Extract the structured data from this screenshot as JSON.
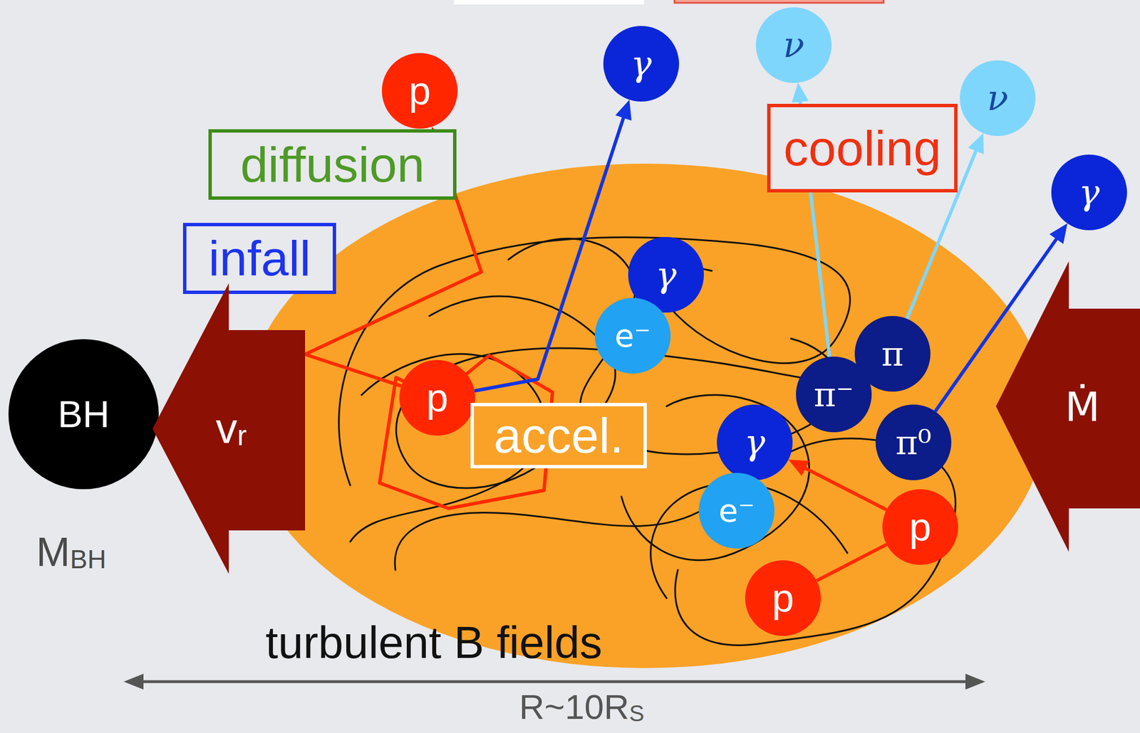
{
  "diagram": {
    "nodes": [
      {
        "text": [
          "ν"
        ]
      },
      {
        "text": [
          "γ"
        ]
      },
      {
        "text": [
          "p"
        ]
      },
      {
        "text": [
          "ν"
        ]
      },
      {
        "text": [
          "cooling"
        ]
      },
      {
        "text": [
          "diffusion"
        ]
      },
      {
        "text": [
          "γ"
        ]
      },
      {
        "text": [
          "infall"
        ]
      },
      {
        "text": [
          "γ"
        ]
      },
      {
        "text": [
          "e⁻"
        ]
      },
      {
        "text": [
          "π"
        ]
      },
      {
        "text": [
          "π⁻"
        ]
      },
      {
        "text": [
          "p"
        ]
      },
      {
        "text": [
          "accel."
        ]
      },
      {
        "text": [
          "BH"
        ]
      },
      {
        "text": [
          "v",
          "r"
        ]
      },
      {
        "text": [
          "Ṁ"
        ]
      },
      {
        "text": [
          "γ"
        ]
      },
      {
        "text": [
          "π⁰"
        ]
      },
      {
        "text": [
          "e⁻"
        ]
      },
      {
        "text": [
          "p"
        ]
      },
      {
        "text": [
          "p"
        ]
      }
    ],
    "edges": [
      {
        "from": 12,
        "to": 2,
        "arrow": "to"
      },
      {
        "from": 12,
        "to": 1,
        "arrow": "to"
      },
      {
        "from": 11,
        "to": 0,
        "arrow": "to"
      },
      {
        "from": 10,
        "to": 3,
        "arrow": "to"
      },
      {
        "from": 18,
        "to": 6,
        "arrow": "to"
      },
      {
        "from": 21,
        "to": 20,
        "arrow": "none"
      },
      {
        "from": 20,
        "to": 17,
        "arrow": "to"
      }
    ],
    "labels": [
      "M",
      "BH",
      "turbulent B fields",
      "R~10R",
      "S"
    ]
  }
}
